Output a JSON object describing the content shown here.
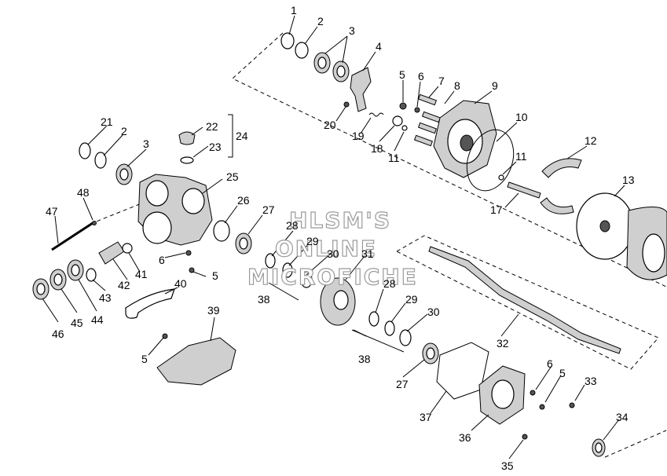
{
  "watermark": [
    "HLSM'S",
    "ONLINE",
    "MICROFICHE"
  ],
  "callouts": [
    "1",
    "2",
    "3",
    "4",
    "5",
    "6",
    "7",
    "8",
    "9",
    "10",
    "11",
    "12",
    "13",
    "17",
    "18",
    "19",
    "20",
    "11",
    "21",
    "2",
    "3",
    "22",
    "23",
    "24",
    "25",
    "48",
    "47",
    "26",
    "27",
    "28",
    "29",
    "30",
    "31",
    "6",
    "5",
    "42",
    "41",
    "40",
    "43",
    "44",
    "45",
    "46",
    "39",
    "5",
    "38",
    "28",
    "29",
    "30",
    "32",
    "38",
    "27",
    "37",
    "36",
    "6",
    "5",
    "33",
    "34",
    "35"
  ]
}
